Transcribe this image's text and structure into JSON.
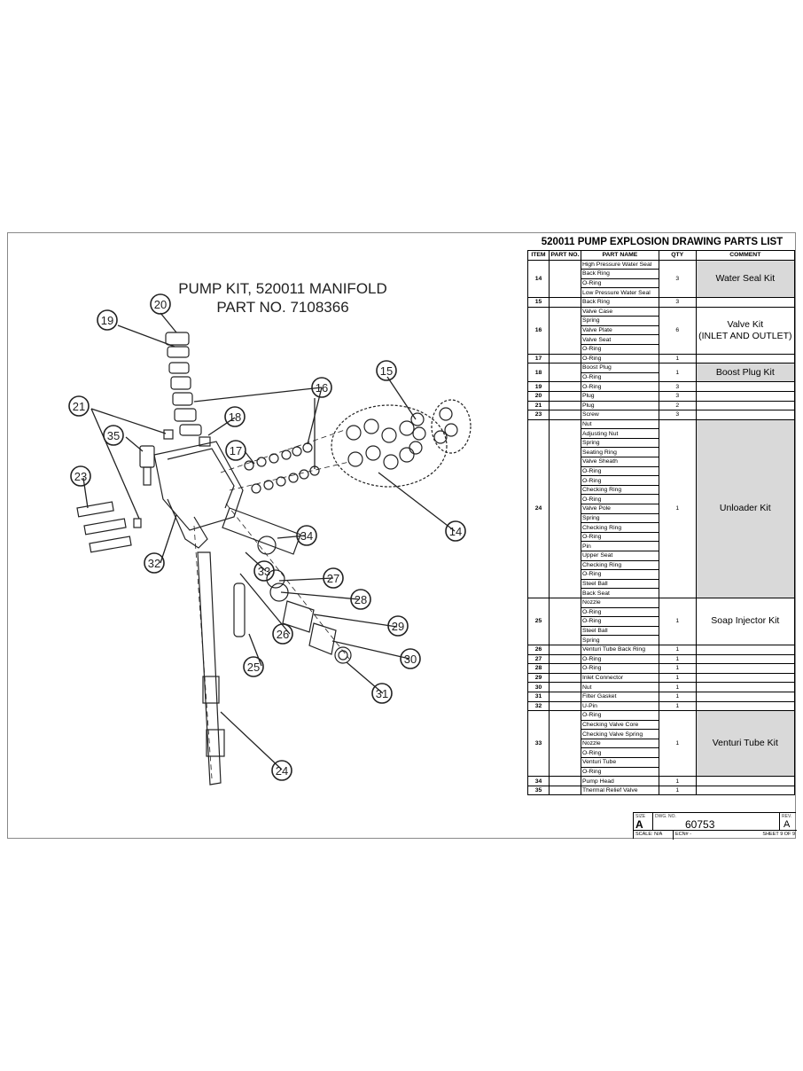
{
  "drawing": {
    "kit_title_line1": "PUMP KIT, 520011 MANIFOLD",
    "kit_title_line2": "PART NO. 7108366",
    "callouts": [
      "14",
      "15",
      "16",
      "17",
      "18",
      "19",
      "20",
      "21",
      "23",
      "24",
      "25",
      "26",
      "27",
      "28",
      "29",
      "30",
      "31",
      "32",
      "33",
      "34",
      "35"
    ]
  },
  "parts_list": {
    "title": "520011  PUMP EXPLOSION DRAWING PARTS LIST",
    "headers": [
      "ITEM",
      "PART NO.",
      "PART NAME",
      "QTY",
      "COMMENT"
    ],
    "groups": [
      {
        "item": "14",
        "names": [
          "High Pressure Water Seal",
          "Back Ring",
          "O-Ring",
          "Low Pressure Water Seal"
        ],
        "qty": "3",
        "comment": "Water Seal Kit",
        "shaded": true
      },
      {
        "item": "15",
        "names": [
          "Back Ring"
        ],
        "qty": "3",
        "comment": "",
        "shaded": false
      },
      {
        "item": "16",
        "names": [
          "Valve Case",
          "Spring",
          "Valve Plate",
          "Valve Seat",
          "O-Ring"
        ],
        "qty": "6",
        "comment": "Valve Kit\n(INLET AND OUTLET)",
        "shaded": false
      },
      {
        "item": "17",
        "names": [
          "O-Ring"
        ],
        "qty": "1",
        "comment": "",
        "shaded": false
      },
      {
        "item": "18",
        "names": [
          "Boost Plug",
          "O-Ring"
        ],
        "qty": "1",
        "comment": "Boost Plug Kit",
        "shaded": true
      },
      {
        "item": "19",
        "names": [
          "O-Ring"
        ],
        "qty": "3",
        "comment": "",
        "shaded": false
      },
      {
        "item": "20",
        "names": [
          "Plug"
        ],
        "qty": "3",
        "comment": "",
        "shaded": false
      },
      {
        "item": "21",
        "names": [
          "Plug"
        ],
        "qty": "2",
        "comment": "",
        "shaded": false
      },
      {
        "item": "23",
        "names": [
          "Screw"
        ],
        "qty": "3",
        "comment": "",
        "shaded": false
      },
      {
        "item": "24",
        "names": [
          "Nut",
          "Adjusting Nut",
          "Spring",
          "Seating Ring",
          "Valve Sheath",
          "O-Ring",
          "O-Ring",
          "Checking Ring",
          "O-Ring",
          "Valve Pole",
          "Spring",
          "Checking Ring",
          "O-Ring",
          "Pin",
          "Upper Seat",
          "Checking Ring",
          "O-Ring",
          "Steel Ball",
          "Back Seat"
        ],
        "qty": "1",
        "comment": "Unloader Kit",
        "shaded": true
      },
      {
        "item": "25",
        "names": [
          "Nozzle",
          "O-Ring",
          "O-Ring",
          "Steel Ball",
          "Spring"
        ],
        "qty": "1",
        "comment": "Soap Injector Kit",
        "shaded": false
      },
      {
        "item": "26",
        "names": [
          "Venturi Tube Back Ring"
        ],
        "qty": "1",
        "comment": "",
        "shaded": false
      },
      {
        "item": "27",
        "names": [
          "O-Ring"
        ],
        "qty": "1",
        "comment": "",
        "shaded": false
      },
      {
        "item": "28",
        "names": [
          "O-Ring"
        ],
        "qty": "1",
        "comment": "",
        "shaded": false
      },
      {
        "item": "29",
        "names": [
          "Inlet Connector"
        ],
        "qty": "1",
        "comment": "",
        "shaded": false
      },
      {
        "item": "30",
        "names": [
          "Nut"
        ],
        "qty": "1",
        "comment": "",
        "shaded": false
      },
      {
        "item": "31",
        "names": [
          "Filter Gasket"
        ],
        "qty": "1",
        "comment": "",
        "shaded": false
      },
      {
        "item": "32",
        "names": [
          "U-Pin"
        ],
        "qty": "1",
        "comment": "",
        "shaded": false
      },
      {
        "item": "33",
        "names": [
          "O-Ring",
          "Checking Valve Core",
          "Checking Valve Spring",
          "Nozzle",
          "O-Ring",
          "Venturi Tube",
          "O-Ring"
        ],
        "qty": "1",
        "comment": "Venturi Tube Kit",
        "shaded": true
      },
      {
        "item": "34",
        "names": [
          "Pump Head"
        ],
        "qty": "1",
        "comment": "",
        "shaded": false
      },
      {
        "item": "35",
        "names": [
          "Thermal Relief Valve"
        ],
        "qty": "1",
        "comment": "",
        "shaded": false
      }
    ]
  },
  "title_block": {
    "size_label": "SIZE",
    "size": "A",
    "dwg_label": "DWG.  NO.",
    "dwg_no": "60753",
    "rev_label": "REV.",
    "rev": "A",
    "scale": "SCALE:  N/A",
    "ecn": "ECN# -",
    "sheet": "SHEET 9 OF 9"
  }
}
